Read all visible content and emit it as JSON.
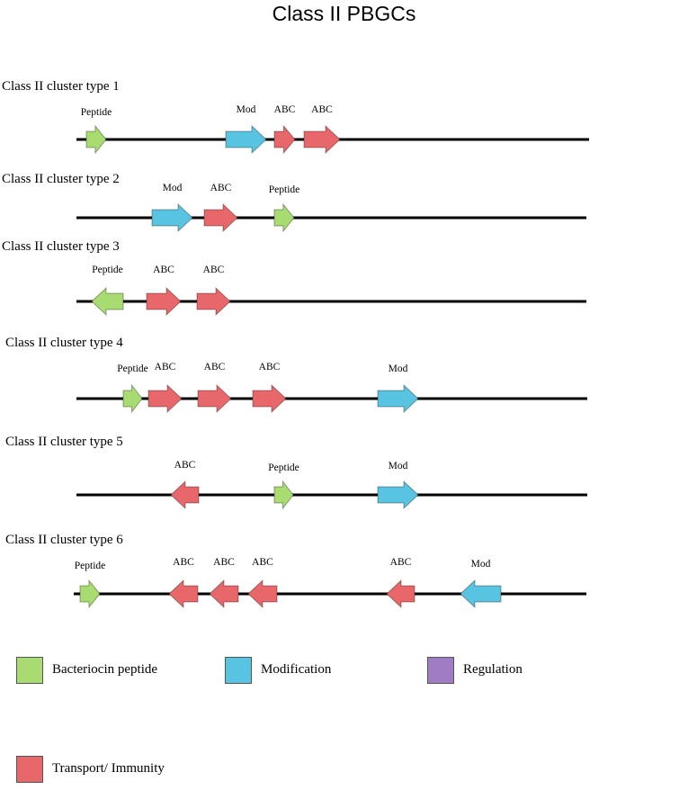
{
  "title": "Class II PBGCs",
  "colors": {
    "peptide": "#a8dc70",
    "modification": "#58c4e2",
    "transport": "#e8676a",
    "regulation": "#a07cc4",
    "line": "#000000"
  },
  "clusters": [
    {
      "label": "Class II cluster type 1",
      "genes": [
        {
          "name": "Peptide",
          "type": "peptide",
          "dir": "right"
        },
        {
          "name": "Mod",
          "type": "modification",
          "dir": "right"
        },
        {
          "name": "ABC",
          "type": "transport",
          "dir": "right"
        },
        {
          "name": "ABC",
          "type": "transport",
          "dir": "right"
        }
      ]
    },
    {
      "label": "Class II cluster type 2",
      "genes": [
        {
          "name": "Mod",
          "type": "modification",
          "dir": "right"
        },
        {
          "name": "ABC",
          "type": "transport",
          "dir": "right"
        },
        {
          "name": "Peptide",
          "type": "peptide",
          "dir": "right"
        }
      ]
    },
    {
      "label": "Class II cluster type 3",
      "genes": [
        {
          "name": "Peptide",
          "type": "peptide",
          "dir": "left"
        },
        {
          "name": "ABC",
          "type": "transport",
          "dir": "right"
        },
        {
          "name": "ABC",
          "type": "transport",
          "dir": "right"
        }
      ]
    },
    {
      "label": "Class II cluster type 4",
      "genes": [
        {
          "name": "Peptide",
          "type": "peptide",
          "dir": "right"
        },
        {
          "name": "ABC",
          "type": "transport",
          "dir": "right"
        },
        {
          "name": "ABC",
          "type": "transport",
          "dir": "right"
        },
        {
          "name": "ABC",
          "type": "transport",
          "dir": "right"
        },
        {
          "name": "Mod",
          "type": "modification",
          "dir": "right"
        }
      ]
    },
    {
      "label": "Class II cluster type 5",
      "genes": [
        {
          "name": "ABC",
          "type": "transport",
          "dir": "left"
        },
        {
          "name": "Peptide",
          "type": "peptide",
          "dir": "right"
        },
        {
          "name": "Mod",
          "type": "modification",
          "dir": "right"
        }
      ]
    },
    {
      "label": "Class II cluster type 6",
      "genes": [
        {
          "name": "Peptide",
          "type": "peptide",
          "dir": "right"
        },
        {
          "name": "ABC",
          "type": "transport",
          "dir": "left"
        },
        {
          "name": "ABC",
          "type": "transport",
          "dir": "left"
        },
        {
          "name": "ABC",
          "type": "transport",
          "dir": "left"
        },
        {
          "name": "ABC",
          "type": "transport",
          "dir": "left"
        },
        {
          "name": "Mod",
          "type": "modification",
          "dir": "left"
        }
      ]
    }
  ],
  "legend": {
    "peptide": "Bacteriocin peptide",
    "modification": "Modification",
    "regulation": "Regulation",
    "transport": "Transport/ Immunity"
  }
}
